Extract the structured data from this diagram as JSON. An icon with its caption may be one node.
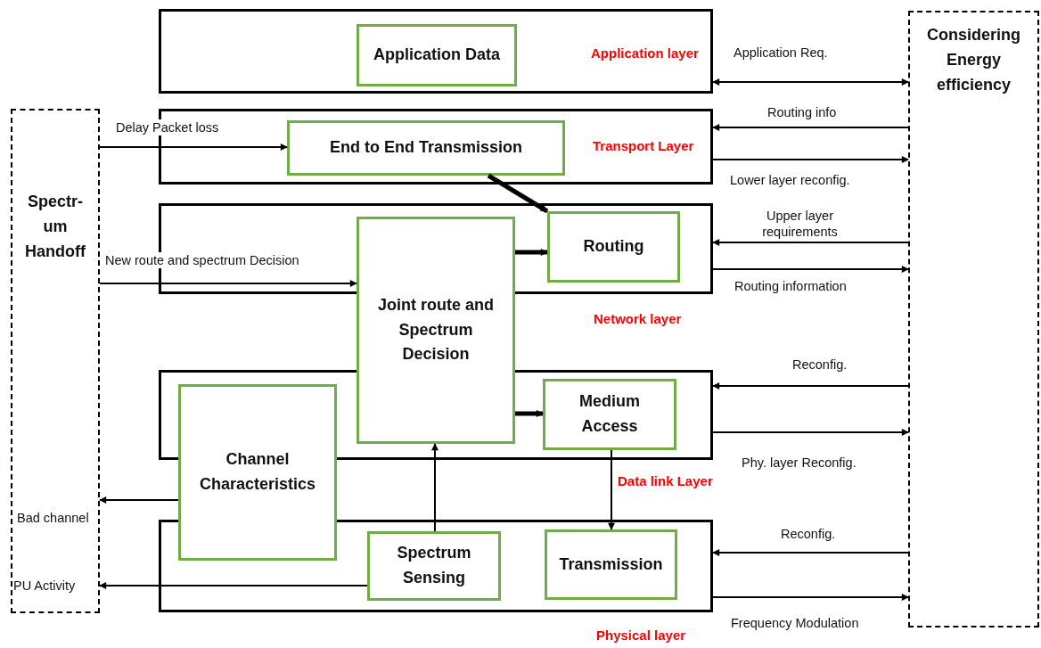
{
  "diagram": {
    "nodes": [
      {
        "text": [
          "Application layer"
        ]
      },
      {
        "text": [
          "Application Data"
        ],
        "in": 0
      },
      {
        "text": [
          "Transport Layer"
        ]
      },
      {
        "text": [
          "End to End Transmission"
        ],
        "in": 2
      },
      {
        "text": [
          "Network layer"
        ]
      },
      {
        "text": [
          "Routing"
        ],
        "in": 4
      },
      {
        "text": [
          "Joint route and Spectrum Decision"
        ]
      },
      {
        "text": [
          "Data link Layer"
        ]
      },
      {
        "text": [
          "Medium Access"
        ],
        "in": 7
      },
      {
        "text": [
          "Channel Characteristics"
        ]
      },
      {
        "text": [
          "Physical layer"
        ]
      },
      {
        "text": [
          "Spectrum Sensing"
        ],
        "in": 10
      },
      {
        "text": [
          "Transmission"
        ],
        "in": 10
      },
      {
        "text": [
          "Spectr- um Handoff"
        ]
      },
      {
        "text": [
          "Considering Energy efficiency"
        ]
      }
    ],
    "edges": [
      {
        "from": 13,
        "to": 3,
        "arrow": "to",
        "label": "Delay Packet loss"
      },
      {
        "from": 13,
        "to": 6,
        "arrow": "to",
        "label": "New route and spectrum Decision"
      },
      {
        "from": 3,
        "to": 5,
        "arrow": "to",
        "style": "thick"
      },
      {
        "from": 6,
        "to": 5,
        "arrow": "to",
        "style": "thick"
      },
      {
        "from": 6,
        "to": 8,
        "arrow": "to",
        "style": "thick"
      },
      {
        "from": 11,
        "to": 6,
        "arrow": "to"
      },
      {
        "from": 8,
        "to": 12,
        "arrow": "to"
      },
      {
        "from": 9,
        "to": 13,
        "arrow": "to",
        "label": "Bad channel"
      },
      {
        "from": 11,
        "to": 13,
        "arrow": "to",
        "label": "PU Activity"
      },
      {
        "from": 0,
        "to": 14,
        "arrow": "both",
        "label": "Application Req."
      },
      {
        "from": 14,
        "to": 2,
        "arrow": "to",
        "label": "Routing info"
      },
      {
        "from": 2,
        "to": 14,
        "arrow": "to",
        "label": "Lower layer reconfig."
      },
      {
        "from": 14,
        "to": 4,
        "arrow": "to",
        "label": "Upper layer requirements"
      },
      {
        "from": 4,
        "to": 14,
        "arrow": "to",
        "label": "Routing information"
      },
      {
        "from": 14,
        "to": 7,
        "arrow": "to",
        "label": "Reconfig."
      },
      {
        "from": 7,
        "to": 14,
        "arrow": "to",
        "label": "Phy. layer Reconfig."
      },
      {
        "from": 14,
        "to": 10,
        "arrow": "to",
        "label": "Reconfig."
      },
      {
        "from": 10,
        "to": 14,
        "arrow": "to",
        "label": "Frequency Modulation"
      }
    ]
  }
}
